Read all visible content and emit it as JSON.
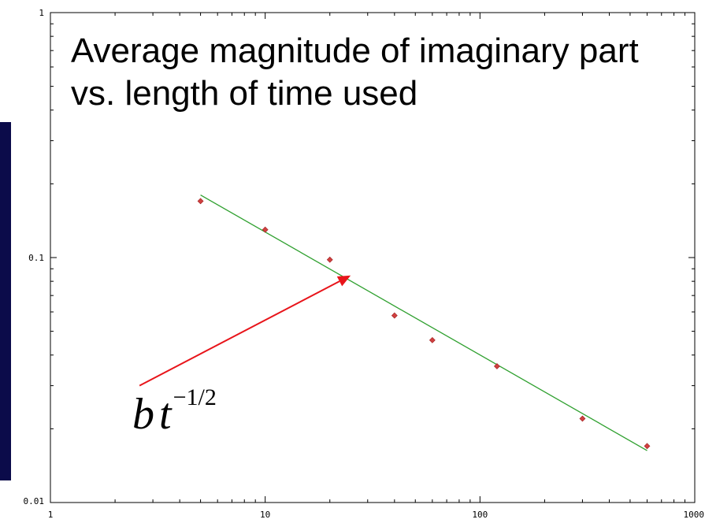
{
  "chart_data": {
    "type": "scatter",
    "title": "Average magnitude of imaginary part vs. length of time used",
    "xlabel": "",
    "ylabel": "",
    "x_scale": "log",
    "y_scale": "log",
    "xlim": [
      1,
      1000
    ],
    "ylim": [
      0.01,
      1
    ],
    "x_ticks": [
      "1",
      "10",
      "100",
      "1000"
    ],
    "y_ticks": [
      "0.01",
      "0.1",
      "1"
    ],
    "grid": false,
    "series": [
      {
        "kind": "points",
        "color": "#d04040",
        "x": [
          5,
          10,
          20,
          40,
          60,
          120,
          300,
          600
        ],
        "y": [
          0.17,
          0.13,
          0.098,
          0.058,
          0.046,
          0.036,
          0.022,
          0.017
        ]
      },
      {
        "kind": "fit-line",
        "color": "#2fa02f",
        "x": [
          5,
          600
        ],
        "y": [
          0.18,
          0.0163
        ]
      }
    ],
    "annotation": {
      "formula_base_b": "b",
      "formula_base_t": "t",
      "formula_exponent": "−1/2",
      "arrow_color": "#e8141a",
      "arrow_from": [
        2.6,
        0.03
      ],
      "arrow_to": [
        25,
        0.0845
      ]
    }
  }
}
